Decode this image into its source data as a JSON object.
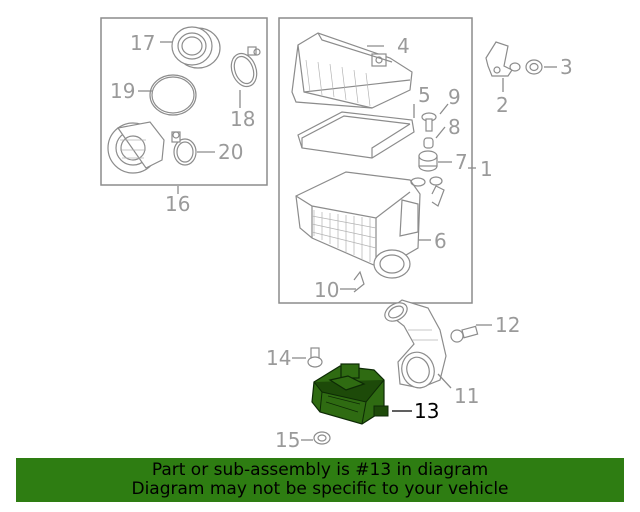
{
  "diagram": {
    "callouts": [
      {
        "id": "c1",
        "text": "1"
      },
      {
        "id": "c2",
        "text": "2"
      },
      {
        "id": "c3",
        "text": "3"
      },
      {
        "id": "c4",
        "text": "4"
      },
      {
        "id": "c5",
        "text": "5"
      },
      {
        "id": "c6",
        "text": "6"
      },
      {
        "id": "c7",
        "text": "7"
      },
      {
        "id": "c8",
        "text": "8"
      },
      {
        "id": "c9",
        "text": "9"
      },
      {
        "id": "c10",
        "text": "10"
      },
      {
        "id": "c11",
        "text": "11"
      },
      {
        "id": "c12",
        "text": "12"
      },
      {
        "id": "c13",
        "text": "13"
      },
      {
        "id": "c14",
        "text": "14"
      },
      {
        "id": "c15",
        "text": "15"
      },
      {
        "id": "c16",
        "text": "16"
      },
      {
        "id": "c17",
        "text": "17"
      },
      {
        "id": "c18",
        "text": "18"
      },
      {
        "id": "c19",
        "text": "19"
      },
      {
        "id": "c20",
        "text": "20"
      }
    ],
    "highlighted_part": "13",
    "highlight_color": "#2e7d12"
  },
  "banner": {
    "line1": "Part or sub-assembly is #13 in diagram",
    "line2": "Diagram may not be specific to your vehicle"
  }
}
